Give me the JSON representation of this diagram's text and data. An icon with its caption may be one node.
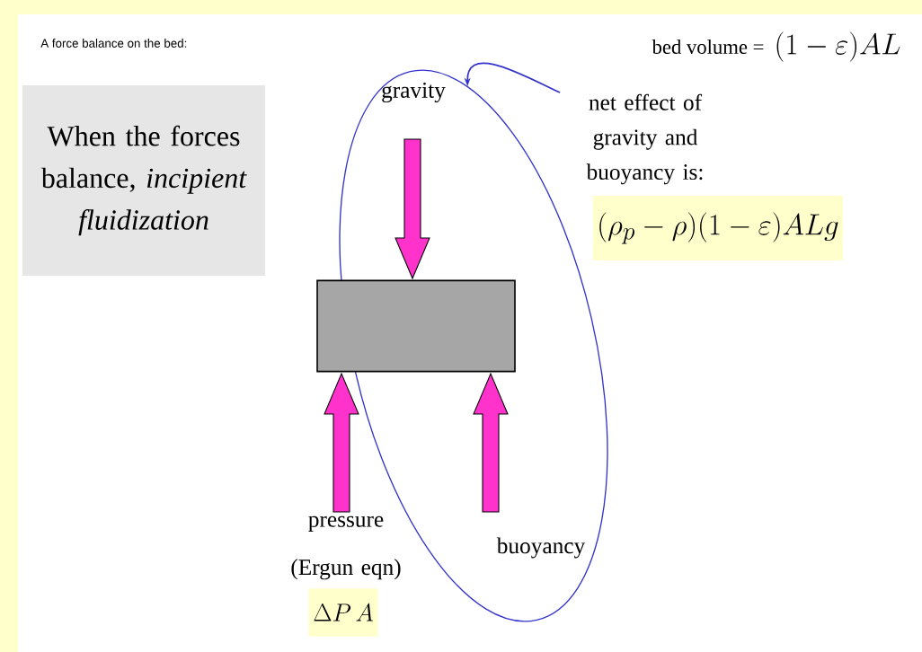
{
  "diagram": {
    "title": "A force balance on the bed:",
    "nodes": [
      {
        "text": [
          "When the forces balance, *incipient fluidization*"
        ]
      },
      {
        "text": [
          "gravity",
          "buoyancy"
        ]
      },
      {
        "text": [
          "net effect of gravity and buoyancy is:"
        ]
      },
      {
        "text": [
          "(\\rho_p-\\rho)(1-\\varepsilon)ALg"
        ]
      },
      {
        "text": [],
        "shape": "box"
      },
      {
        "text": [
          "\\Delta P\\,A"
        ]
      }
    ],
    "edges": [
      {
        "from": 2,
        "to": 1,
        "arrow": "to"
      }
    ],
    "labels": [
      "bed volume =",
      "(1-\\varepsilon)AL",
      "pressure (Ergun eqn)"
    ]
  }
}
